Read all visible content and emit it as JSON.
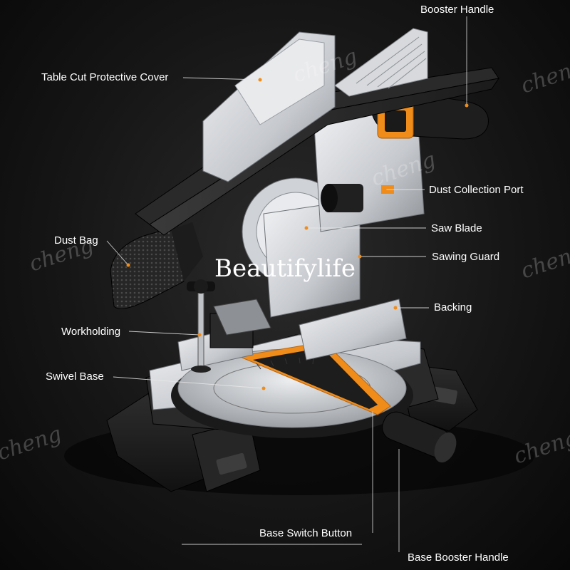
{
  "watermark_text": "cheng",
  "overlay_text": "Beautifylife",
  "colors": {
    "background": "#161616",
    "label_text": "#ffffff",
    "accent_orange": "#f08c1a",
    "metal": "#c9ccd1",
    "body_dark": "#232323"
  },
  "callouts": {
    "booster_handle": "Booster Handle",
    "table_cut_protective_cover": "Table Cut Protective Cover",
    "dust_collection_port": "Dust Collection Port",
    "saw_blade": "Saw Blade",
    "dust_bag": "Dust Bag",
    "sawing_guard": "Sawing Guard",
    "backing": "Backing",
    "workholding": "Workholding",
    "swivel_base": "Swivel Base",
    "base_switch_button": "Base Switch Button",
    "base_booster_handle": "Base Booster Handle"
  }
}
